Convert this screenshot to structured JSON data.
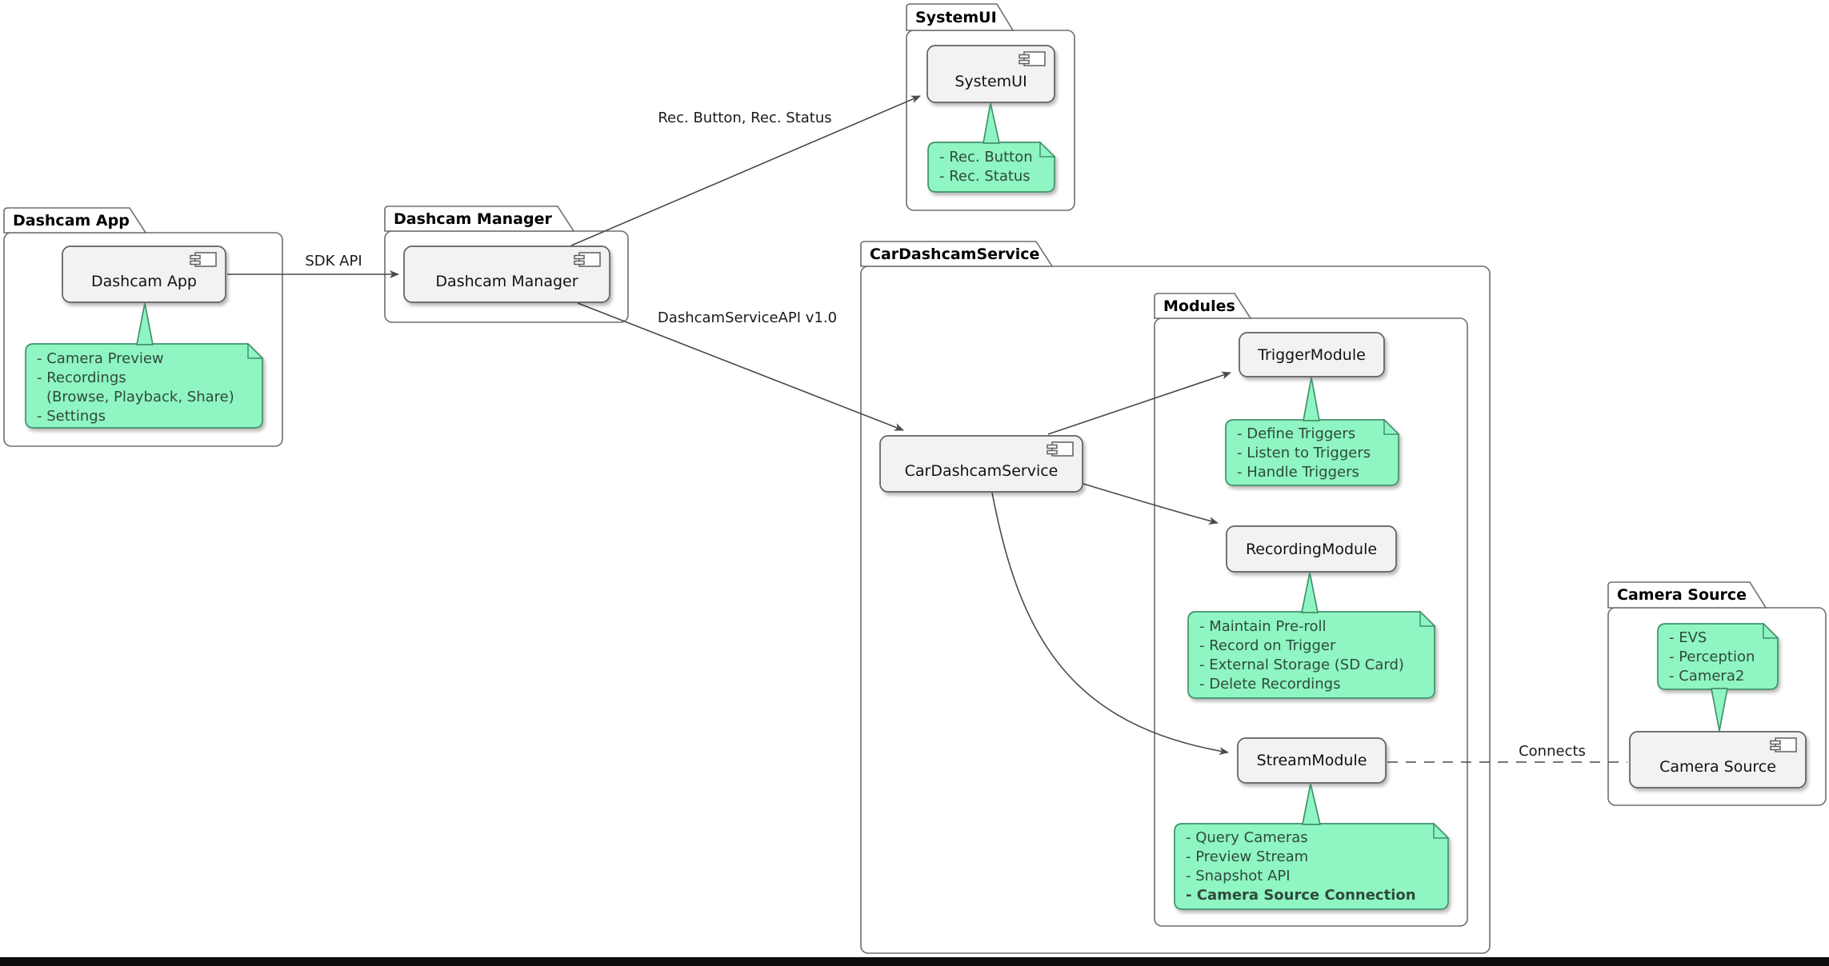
{
  "diagram": {
    "packages": {
      "dashcam_app": {
        "title": "Dashcam App"
      },
      "dashcam_manager": {
        "title": "Dashcam Manager"
      },
      "systemui": {
        "title": "SystemUI"
      },
      "car_dashcam_service": {
        "title": "CarDashcamService"
      },
      "modules": {
        "title": "Modules"
      },
      "camera_source": {
        "title": "Camera Source"
      }
    },
    "components": {
      "dashcam_app": "Dashcam App",
      "dashcam_manager": "Dashcam Manager",
      "systemui": "SystemUI",
      "car_dashcam_service": "CarDashcamService",
      "trigger_module": "TriggerModule",
      "recording_module": "RecordingModule",
      "stream_module": "StreamModule",
      "camera_source": "Camera Source"
    },
    "notes": {
      "dashcam_app": {
        "lines": [
          "- Camera Preview",
          "- Recordings",
          "(Browse, Playback, Share)",
          "- Settings"
        ]
      },
      "systemui": {
        "lines": [
          "- Rec. Button",
          "- Rec. Status"
        ]
      },
      "trigger_module": {
        "lines": [
          "- Define Triggers",
          "- Listen to Triggers",
          "- Handle Triggers"
        ]
      },
      "recording_module": {
        "lines": [
          "- Maintain Pre-roll",
          "- Record on Trigger",
          "- External Storage (SD Card)",
          "- Delete Recordings"
        ]
      },
      "stream_module": {
        "lines": [
          "- Query Cameras",
          "- Preview Stream",
          "- Snapshot API",
          "- Camera Source Connection"
        ]
      },
      "camera_source": {
        "lines": [
          "- EVS",
          "- Perception",
          "- Camera2"
        ]
      }
    },
    "edge_labels": {
      "sdk_api": "SDK API",
      "rec_button_status": "Rec. Button, Rec. Status",
      "dashcam_service_api": "DashcamServiceAPI v1.0",
      "connects": "Connects"
    },
    "colors": {
      "note_fill": "#8ff5c2",
      "note_border": "#40916c",
      "component_fill": "#f2f2f2",
      "package_border": "#6e6e6e",
      "edge_line": "#4a4a4a",
      "bottom_bar": "#0d0d0d"
    }
  }
}
